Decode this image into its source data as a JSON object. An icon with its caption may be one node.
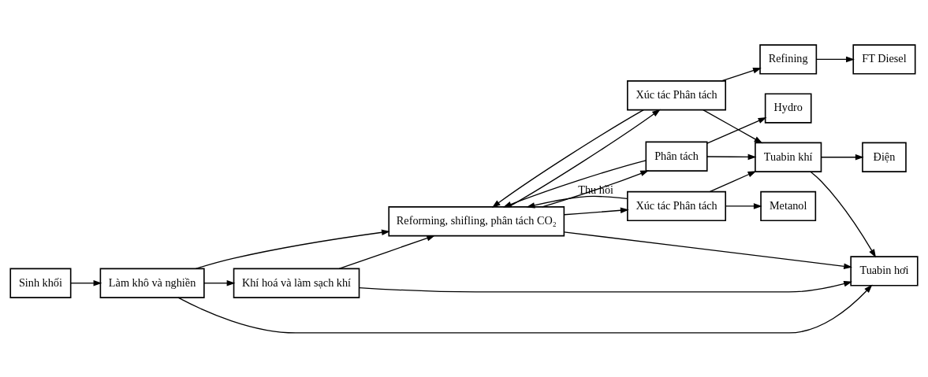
{
  "diagram": {
    "nodes": [
      {
        "text": [
          "Sinh khối"
        ]
      },
      {
        "text": [
          "Làm khô và nghiền"
        ]
      },
      {
        "text": [
          "Khí hoá và làm sạch khí"
        ]
      },
      {
        "text": [
          "Reforming, shifling, phân tách CO₂"
        ]
      },
      {
        "text": [
          "Xúc tác Phân tách"
        ]
      },
      {
        "text": [
          "Phân tách"
        ]
      },
      {
        "text": [
          "Xúc tác Phân tách"
        ]
      },
      {
        "text": [
          "Metanol"
        ]
      },
      {
        "text": [
          "Hydro"
        ]
      },
      {
        "text": [
          "Refining"
        ]
      },
      {
        "text": [
          "FT Diesel"
        ]
      },
      {
        "text": [
          "Tuabin khí"
        ]
      },
      {
        "text": [
          "Điện"
        ]
      },
      {
        "text": [
          "Tuabin hơi"
        ]
      }
    ],
    "edges": [
      {
        "from": 0,
        "to": 1,
        "arrow": "to"
      },
      {
        "from": 1,
        "to": 2,
        "arrow": "to"
      },
      {
        "from": 2,
        "to": 3,
        "arrow": "to"
      },
      {
        "from": 3,
        "to": 4,
        "arrow": "to"
      },
      {
        "from": 3,
        "to": 5,
        "arrow": "to"
      },
      {
        "from": 3,
        "to": 6,
        "arrow": "to"
      },
      {
        "from": 4,
        "to": 7,
        "arrow": "to"
      },
      {
        "from": 5,
        "to": 8,
        "arrow": "to"
      },
      {
        "from": 6,
        "to": 9,
        "arrow": "to"
      },
      {
        "from": 9,
        "to": 10,
        "arrow": "to"
      },
      {
        "from": 4,
        "to": 3,
        "arrow": "to",
        "label": "Thu hồi"
      },
      {
        "from": 5,
        "to": 3,
        "arrow": "to"
      },
      {
        "from": 6,
        "to": 3,
        "arrow": "to"
      },
      {
        "from": 4,
        "to": 11,
        "arrow": "to"
      },
      {
        "from": 5,
        "to": 11,
        "arrow": "to"
      },
      {
        "from": 6,
        "to": 11,
        "arrow": "to"
      },
      {
        "from": 11,
        "to": 12,
        "arrow": "to"
      },
      {
        "from": 1,
        "to": 13,
        "arrow": "to"
      },
      {
        "from": 2,
        "to": 13,
        "arrow": "to"
      },
      {
        "from": 3,
        "to": 13,
        "arrow": "to"
      },
      {
        "from": 11,
        "to": 13,
        "arrow": "to"
      },
      {
        "from": 1,
        "to": 3,
        "arrow": "to"
      }
    ]
  }
}
